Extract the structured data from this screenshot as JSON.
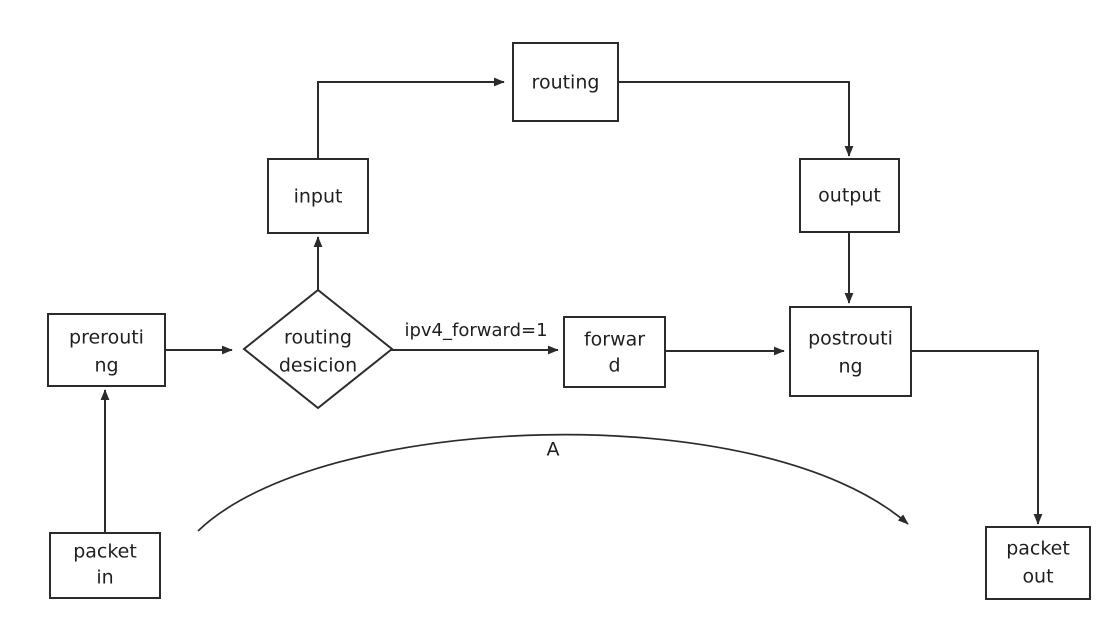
{
  "diagram": {
    "type": "flowchart",
    "title_text": "",
    "background_color": "#ffffff",
    "stroke_color": "#2b2b2b",
    "text_color": "#1f1f1f",
    "nodes": [
      {
        "id": "packet_in",
        "shape": "rect",
        "lines": [
          "packet",
          "in"
        ],
        "label": "packet in"
      },
      {
        "id": "prerouting",
        "shape": "rect",
        "lines": [
          "prerouti",
          "ng"
        ],
        "label": "prerouting"
      },
      {
        "id": "routing_dec",
        "shape": "diamond",
        "lines": [
          "routing",
          "desicion"
        ],
        "label": "routing desicion"
      },
      {
        "id": "input",
        "shape": "rect",
        "lines": [
          "input"
        ],
        "label": "input"
      },
      {
        "id": "routing",
        "shape": "rect",
        "lines": [
          "routing"
        ],
        "label": "routing"
      },
      {
        "id": "output",
        "shape": "rect",
        "lines": [
          "output"
        ],
        "label": "output"
      },
      {
        "id": "forward",
        "shape": "rect",
        "lines": [
          "forwar",
          "d"
        ],
        "label": "forward"
      },
      {
        "id": "postrouting",
        "shape": "rect",
        "lines": [
          "postrouti",
          "ng"
        ],
        "label": "postrouting"
      },
      {
        "id": "packet_out",
        "shape": "rect",
        "lines": [
          "packet",
          "out"
        ],
        "label": "packet out"
      }
    ],
    "edge_labels": {
      "forward_condition": "ipv4_forward=1",
      "curve_marker": "A"
    }
  }
}
